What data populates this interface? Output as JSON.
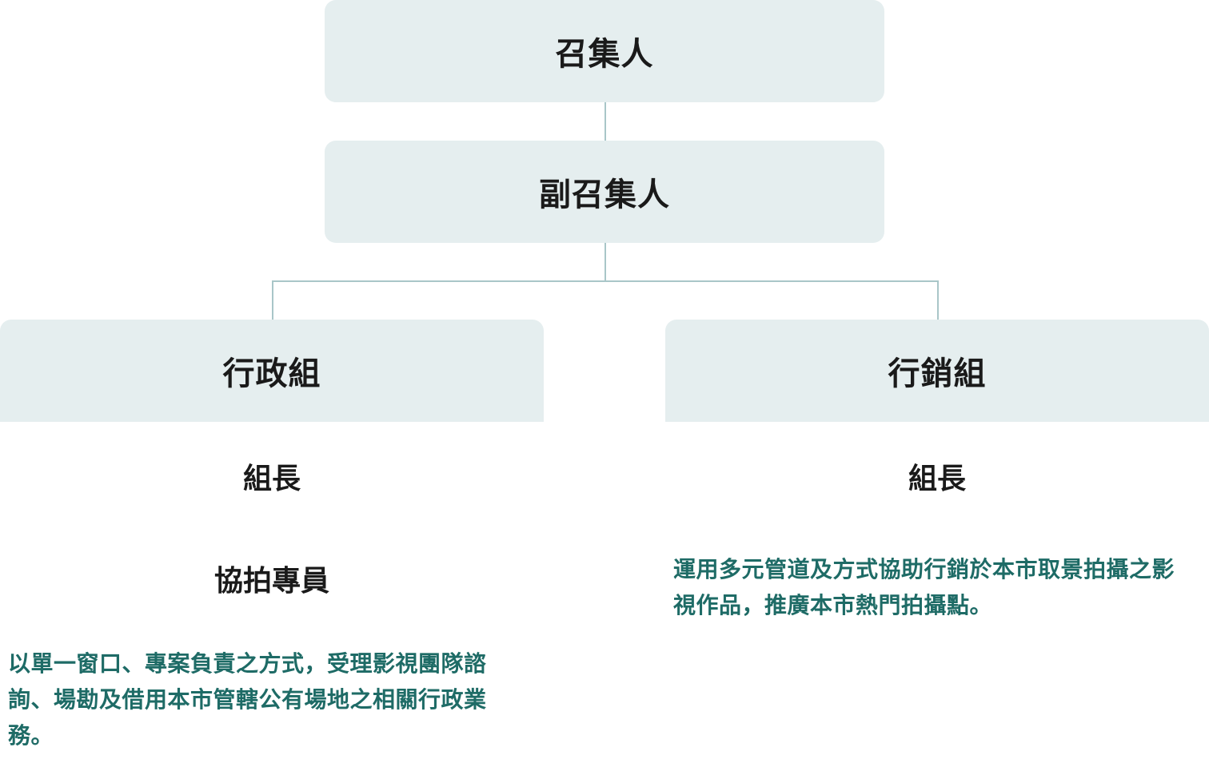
{
  "convener": {
    "label": "召集人"
  },
  "deputy_convener": {
    "label": "副召集人"
  },
  "groups": [
    {
      "name": "行政組",
      "leader": "組長",
      "member": "協拍專員",
      "description": "以單一窗口、專案負責之方式，受理影視團隊諮詢、場勘及借用本市管轄公有場地之相關行政業務。"
    },
    {
      "name": "行銷組",
      "leader": "組長",
      "description": "運用多元管道及方式協助行銷於本市取景拍攝之影視作品，推廣本市熱門拍攝點。"
    }
  ],
  "colors": {
    "node_fill": "#e5eeef",
    "connector": "#a9c6c8",
    "description_text": "#1e6b66",
    "heading_text": "#1a1a1a"
  }
}
